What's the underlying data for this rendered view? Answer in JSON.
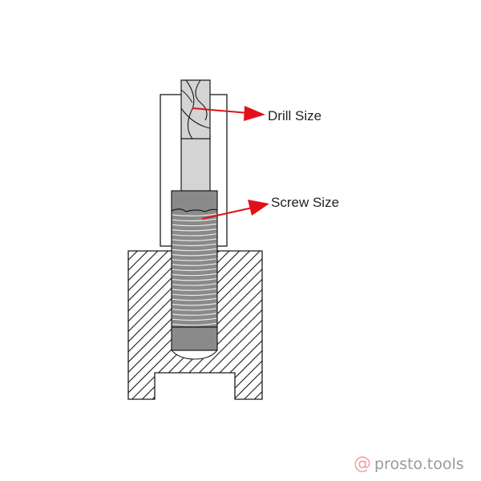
{
  "labels": {
    "drill": "Drill Size",
    "screw": "Screw Size"
  },
  "watermark": {
    "icon": "at-sign-icon",
    "text": "prosto.tools"
  },
  "colors": {
    "arrow": "#e3101b",
    "screw": "#8a8a8a",
    "drill": "#d4d4d4",
    "outline": "#1a1a1a"
  }
}
